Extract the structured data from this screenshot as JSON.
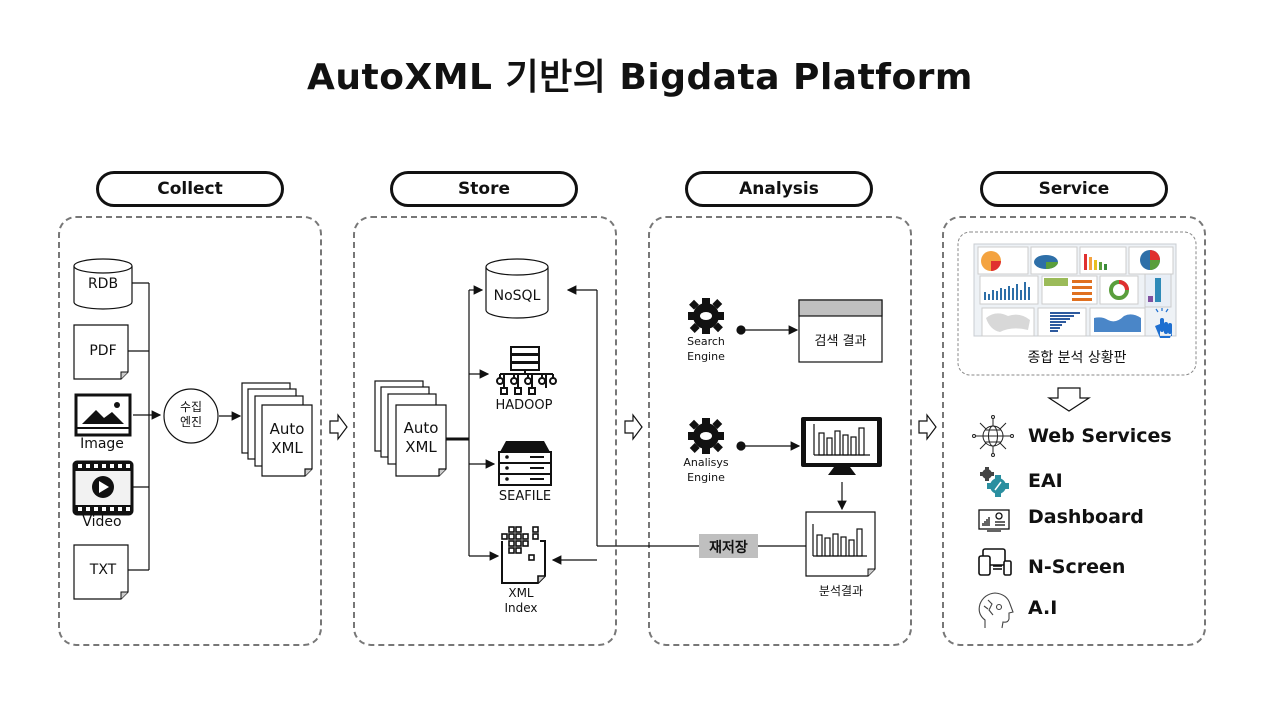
{
  "title": "AutoXML 기반의 Bigdata Platform",
  "stages": [
    {
      "label": "Collect"
    },
    {
      "label": "Store"
    },
    {
      "label": "Analysis"
    },
    {
      "label": "Service"
    }
  ],
  "collect": {
    "sources": [
      {
        "label": "RDB",
        "icon": "database-icon"
      },
      {
        "label": "PDF",
        "icon": "document-icon"
      },
      {
        "label": "Image",
        "icon": "image-icon"
      },
      {
        "label": "Video",
        "icon": "video-icon"
      },
      {
        "label": "TXT",
        "icon": "document-icon"
      }
    ],
    "engine_line1": "수집",
    "engine_line2": "엔진",
    "output_line1": "Auto",
    "output_line2": "XML"
  },
  "store": {
    "input_line1": "Auto",
    "input_line2": "XML",
    "nosql": "NoSQL",
    "hadoop": "HADOOP",
    "seafile": "SEAFILE",
    "xml_index_line1": "XML",
    "xml_index_line2": "Index"
  },
  "analysis": {
    "search_engine_line1": "Search",
    "search_engine_line2": "Engine",
    "search_result": "검색 결과",
    "analysis_engine_line1": "Analisys",
    "analysis_engine_line2": "Engine",
    "analysis_result": "분석결과",
    "restore_label": "재저장"
  },
  "service": {
    "dashboard_caption": "종합 분석 상황판",
    "items": [
      {
        "label": "Web Services",
        "icon": "globe-network-icon"
      },
      {
        "label": "EAI",
        "icon": "gears-icon"
      },
      {
        "label": "Dashboard",
        "icon": "dashboard-monitor-icon"
      },
      {
        "label": "N-Screen",
        "icon": "multi-device-icon"
      },
      {
        "label": "A.I",
        "icon": "ai-head-icon"
      }
    ]
  },
  "colors": {
    "restore_badge_bg": "#bfbfbf",
    "search_result_header": "#c0c0c0",
    "eai_gear": "#2a8fa0",
    "touch_hand": "#1e6fd0"
  }
}
